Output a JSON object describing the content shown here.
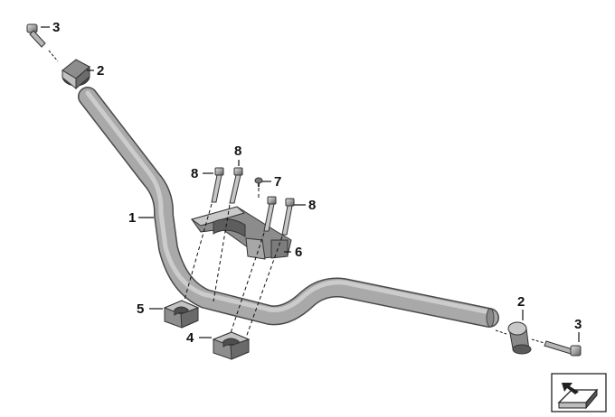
{
  "diagram": {
    "parts": [
      {
        "id": "handlebar",
        "callout": "1"
      },
      {
        "id": "bar-end-weight-left",
        "callout": "2"
      },
      {
        "id": "bar-end-screw-left",
        "callout": "3"
      },
      {
        "id": "bar-end-weight-right",
        "callout": "2"
      },
      {
        "id": "bar-end-screw-right",
        "callout": "3"
      },
      {
        "id": "clamp-lower-rear",
        "callout": "4"
      },
      {
        "id": "clamp-lower-front",
        "callout": "5"
      },
      {
        "id": "clamp-upper",
        "callout": "6"
      },
      {
        "id": "small-screw",
        "callout": "7"
      },
      {
        "id": "clamp-bolt-top",
        "callout": "8"
      },
      {
        "id": "clamp-bolt-left",
        "callout": "8"
      },
      {
        "id": "clamp-bolt-right",
        "callout": "8"
      }
    ]
  },
  "colors": {
    "bar": "#a9a9a9",
    "bar_shade": "#6f6f6f",
    "line": "#111111"
  },
  "icons": {
    "corner_symbol": "view-direction-icon"
  }
}
